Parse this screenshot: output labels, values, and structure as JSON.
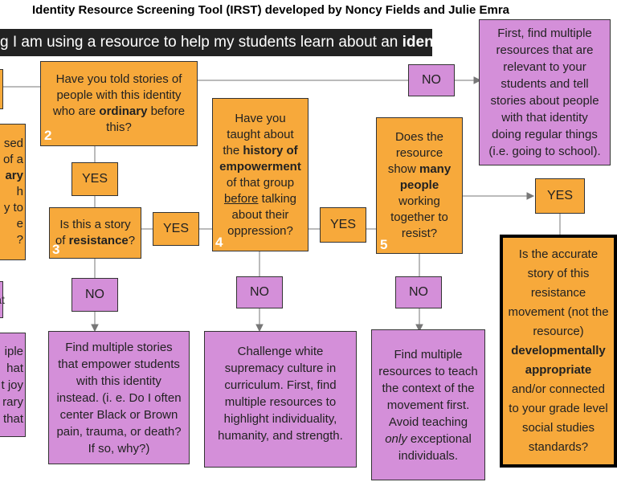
{
  "title": "Identity Resource Screening Tool (IRST) developed by Noncy Fields and Julie Emra",
  "banner": {
    "pre": "g I am using a resource to help my students learn about an ",
    "bold": "identity",
    "post": "."
  },
  "left_partial": {
    "top_lines": [
      "sed",
      "of a",
      "ary",
      "h",
      "y to",
      "e",
      "?"
    ],
    "bottom_lines": [
      "iple",
      "hat",
      "t joy",
      "rary",
      "that"
    ],
    "mid_line": "at"
  },
  "q2": {
    "number": "2",
    "a": "Have you told stories of people with this identity who are ",
    "b": "ordinary",
    "c": " before this?"
  },
  "q3": {
    "number": "3",
    "a": "Is this a story of ",
    "b": "resistance",
    "c": "?"
  },
  "q4": {
    "number": "4",
    "a": "Have you taught about the ",
    "b": "history of empowerment",
    "c": " of that group ",
    "d": "before",
    "e": " talking about their oppression?"
  },
  "q5": {
    "number": "5",
    "a": "Does the resource show ",
    "b": "many people",
    "c": " working together to resist?"
  },
  "final": {
    "a": "Is the accurate story of this resistance movement (not the resource) ",
    "b": "developmentally appropriate",
    "c": " and/or connected to your grade level social studies standards?"
  },
  "labels": {
    "yes": "YES",
    "no": "NO"
  },
  "outcome_top_right": "First, find multiple resources that are relevant to your students and tell stories about people with that identity doing regular things (i.e. going to school).",
  "outcome_3": "Find multiple stories that empower students with this identity instead. (i. e. Do I often center Black or Brown pain, trauma, or death? If so, why?)",
  "outcome_4": "Challenge white supremacy culture in curriculum. First, find multiple resources to highlight individuality, humanity, and strength.",
  "outcome_5": {
    "a": "Find multiple resources to teach the context of the movement first. Avoid teaching ",
    "b": "only",
    "c": " exceptional individuals."
  },
  "colors": {
    "orange": "#f7a93b",
    "purple": "#d48fd9",
    "banner": "#222222"
  }
}
